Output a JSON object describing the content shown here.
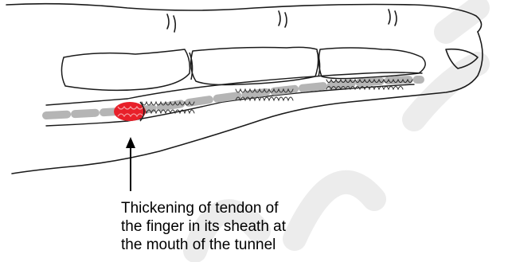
{
  "caption": {
    "lines": [
      "Thickening of tendon of",
      "the finger in its sheath at",
      "the mouth of the tunnel"
    ]
  },
  "colors": {
    "outline": "#1a1a1a",
    "tendon": "#b5b5b5",
    "thickening": "#e8202a",
    "watermark": "#ececec"
  },
  "icons": {
    "pointer": "arrow-up-icon"
  }
}
